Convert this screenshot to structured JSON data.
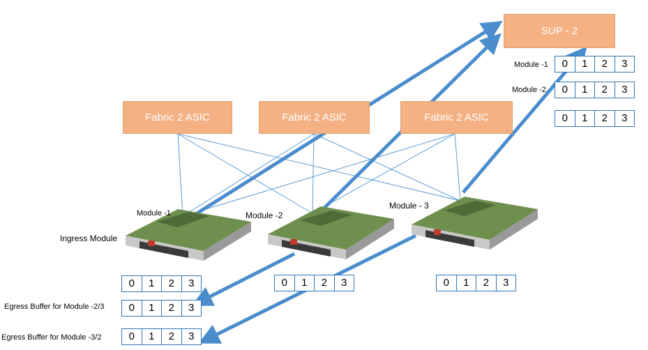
{
  "fabric_label": "Fabric 2 ASIC",
  "sup_label": "SUP - 2",
  "modules": {
    "m1": "Module -1",
    "m2": "Module -2",
    "m3": "Module - 3"
  },
  "ingress_label": "Ingress Module",
  "sup_buffers": {
    "row1_label": "Module -1",
    "row2_label": "Module -2"
  },
  "egress": {
    "row1_label": "Egress Buffer for Module -2/3",
    "row2_label": "Egress Buffer for Module -3/2"
  },
  "buffer_cells": [
    "0",
    "1",
    "2",
    "3"
  ],
  "colors": {
    "fabric_fill": "#f4b183",
    "arrow": "#5b9bd5",
    "line": "#5b9bd5"
  }
}
